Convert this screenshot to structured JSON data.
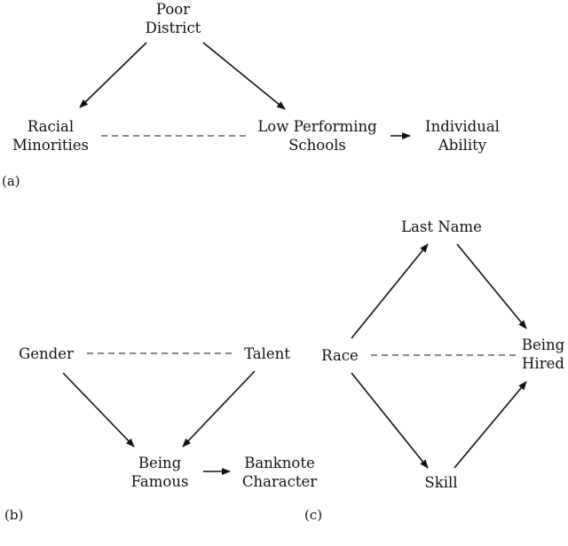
{
  "panels": {
    "a": {
      "label": "(a)",
      "nodes": {
        "poor_district": [
          "Poor",
          "District"
        ],
        "racial_minorities": [
          "Racial",
          "Minorities"
        ],
        "low_performing_schools": [
          "Low Performing",
          "Schools"
        ],
        "individual_ability": [
          "Individual",
          "Ability"
        ]
      }
    },
    "b": {
      "label": "(b)",
      "nodes": {
        "gender": [
          "Gender"
        ],
        "talent": [
          "Talent"
        ],
        "being_famous": [
          "Being",
          "Famous"
        ],
        "banknote_character": [
          "Banknote",
          "Character"
        ]
      }
    },
    "c": {
      "label": "(c)",
      "nodes": {
        "last_name": [
          "Last Name"
        ],
        "race": [
          "Race"
        ],
        "being_hired": [
          "Being",
          "Hired"
        ],
        "skill": [
          "Skill"
        ]
      }
    }
  },
  "edges": [
    {
      "from": "poor_district",
      "to": "racial_minorities",
      "style": "directed"
    },
    {
      "from": "poor_district",
      "to": "low_performing_schools",
      "style": "directed"
    },
    {
      "from": "low_performing_schools",
      "to": "individual_ability",
      "style": "directed"
    },
    {
      "from": "racial_minorities",
      "to": "low_performing_schools",
      "style": "dashed"
    },
    {
      "from": "gender",
      "to": "being_famous",
      "style": "directed"
    },
    {
      "from": "talent",
      "to": "being_famous",
      "style": "directed"
    },
    {
      "from": "being_famous",
      "to": "banknote_character",
      "style": "directed"
    },
    {
      "from": "gender",
      "to": "talent",
      "style": "dashed"
    },
    {
      "from": "race",
      "to": "last_name",
      "style": "directed"
    },
    {
      "from": "last_name",
      "to": "being_hired",
      "style": "directed"
    },
    {
      "from": "race",
      "to": "skill",
      "style": "directed"
    },
    {
      "from": "skill",
      "to": "being_hired",
      "style": "directed"
    },
    {
      "from": "race",
      "to": "being_hired",
      "style": "dashed"
    }
  ]
}
